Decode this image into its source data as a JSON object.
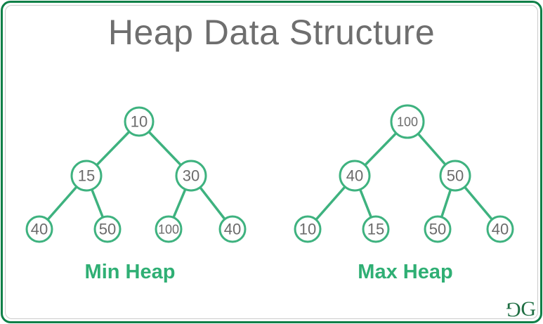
{
  "title": "Heap Data Structure",
  "trees": [
    {
      "label": "Min Heap",
      "order": "level-order",
      "nodes": [
        {
          "value": "10"
        },
        {
          "value": "15"
        },
        {
          "value": "30"
        },
        {
          "value": "40"
        },
        {
          "value": "50"
        },
        {
          "value": "100"
        },
        {
          "value": "40"
        }
      ]
    },
    {
      "label": "Max Heap",
      "order": "level-order",
      "nodes": [
        {
          "value": "100"
        },
        {
          "value": "40"
        },
        {
          "value": "50"
        },
        {
          "value": "10"
        },
        {
          "value": "15"
        },
        {
          "value": "50"
        },
        {
          "value": "40"
        }
      ]
    }
  ],
  "logo": {
    "glyph_left": "G",
    "glyph_right": "G"
  },
  "colors": {
    "accent_green": "#3EB27F",
    "label_green": "#2FAF74",
    "border_green": "#0F8048",
    "logo_green": "#1F6E43",
    "title_gray": "#6E6E6E",
    "node_text_gray": "#6B6B6B"
  }
}
